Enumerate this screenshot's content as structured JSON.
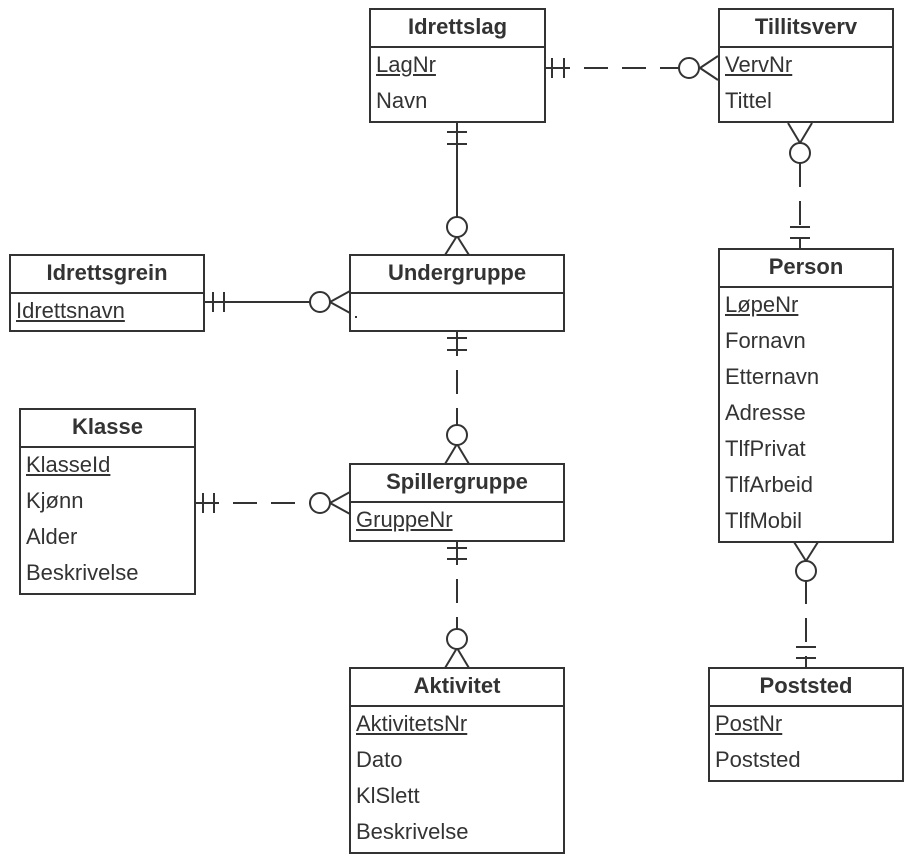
{
  "entities": {
    "idrettslag": {
      "title": "Idrettslag",
      "attrs": [
        "LagNr",
        "Navn"
      ]
    },
    "tillitsverv": {
      "title": "Tillitsverv",
      "attrs": [
        "VervNr",
        "Tittel"
      ]
    },
    "idrettsgrein": {
      "title": "Idrettsgrein",
      "attrs": [
        "Idrettsnavn"
      ]
    },
    "undergruppe": {
      "title": "Undergruppe",
      "attrs": []
    },
    "person": {
      "title": "Person",
      "attrs": [
        "LøpeNr",
        "Fornavn",
        "Etternavn",
        "Adresse",
        "TlfPrivat",
        "TlfArbeid",
        "TlfMobil"
      ]
    },
    "klasse": {
      "title": "Klasse",
      "attrs": [
        "KlasseId",
        "Kjønn",
        "Alder",
        "Beskrivelse"
      ]
    },
    "spillergruppe": {
      "title": "Spillergruppe",
      "attrs": [
        "GruppeNr"
      ]
    },
    "aktivitet": {
      "title": "Aktivitet",
      "attrs": [
        "AktivitetsNr",
        "Dato",
        "KlSlett",
        "Beskrivelse"
      ]
    },
    "poststed": {
      "title": "Poststed",
      "attrs": [
        "PostNr",
        "Poststed"
      ]
    }
  },
  "colors": {
    "line": "#333333",
    "background": "#ffffff"
  },
  "relationships": [
    {
      "from": "idrettslag",
      "to": "tillitsverv",
      "from_cardinality": "one-and-only-one",
      "to_cardinality": "zero-or-many",
      "style": "dashed"
    },
    {
      "from": "idrettslag",
      "to": "undergruppe",
      "from_cardinality": "one-and-only-one",
      "to_cardinality": "zero-or-many",
      "style": "solid"
    },
    {
      "from": "idrettsgrein",
      "to": "undergruppe",
      "from_cardinality": "one-and-only-one",
      "to_cardinality": "zero-or-many",
      "style": "solid"
    },
    {
      "from": "undergruppe",
      "to": "spillergruppe",
      "from_cardinality": "one-and-only-one",
      "to_cardinality": "zero-or-many",
      "style": "dashed"
    },
    {
      "from": "klasse",
      "to": "spillergruppe",
      "from_cardinality": "one-and-only-one",
      "to_cardinality": "zero-or-many",
      "style": "dashed"
    },
    {
      "from": "spillergruppe",
      "to": "aktivitet",
      "from_cardinality": "one-and-only-one",
      "to_cardinality": "zero-or-many",
      "style": "dashed"
    },
    {
      "from": "person",
      "to": "tillitsverv",
      "from_cardinality": "one-and-only-one",
      "to_cardinality": "zero-or-many",
      "style": "dashed"
    },
    {
      "from": "poststed",
      "to": "person",
      "from_cardinality": "one-and-only-one",
      "to_cardinality": "zero-or-many",
      "style": "dashed"
    }
  ]
}
